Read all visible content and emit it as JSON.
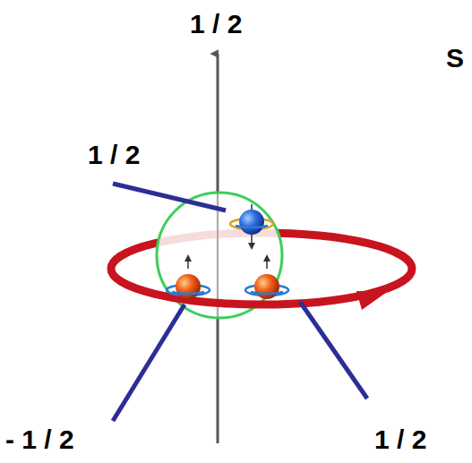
{
  "diagram": {
    "labels": [
      "1 / 2",
      "S",
      "1 / 2",
      "- 1 / 2",
      "1 / 2"
    ]
  }
}
